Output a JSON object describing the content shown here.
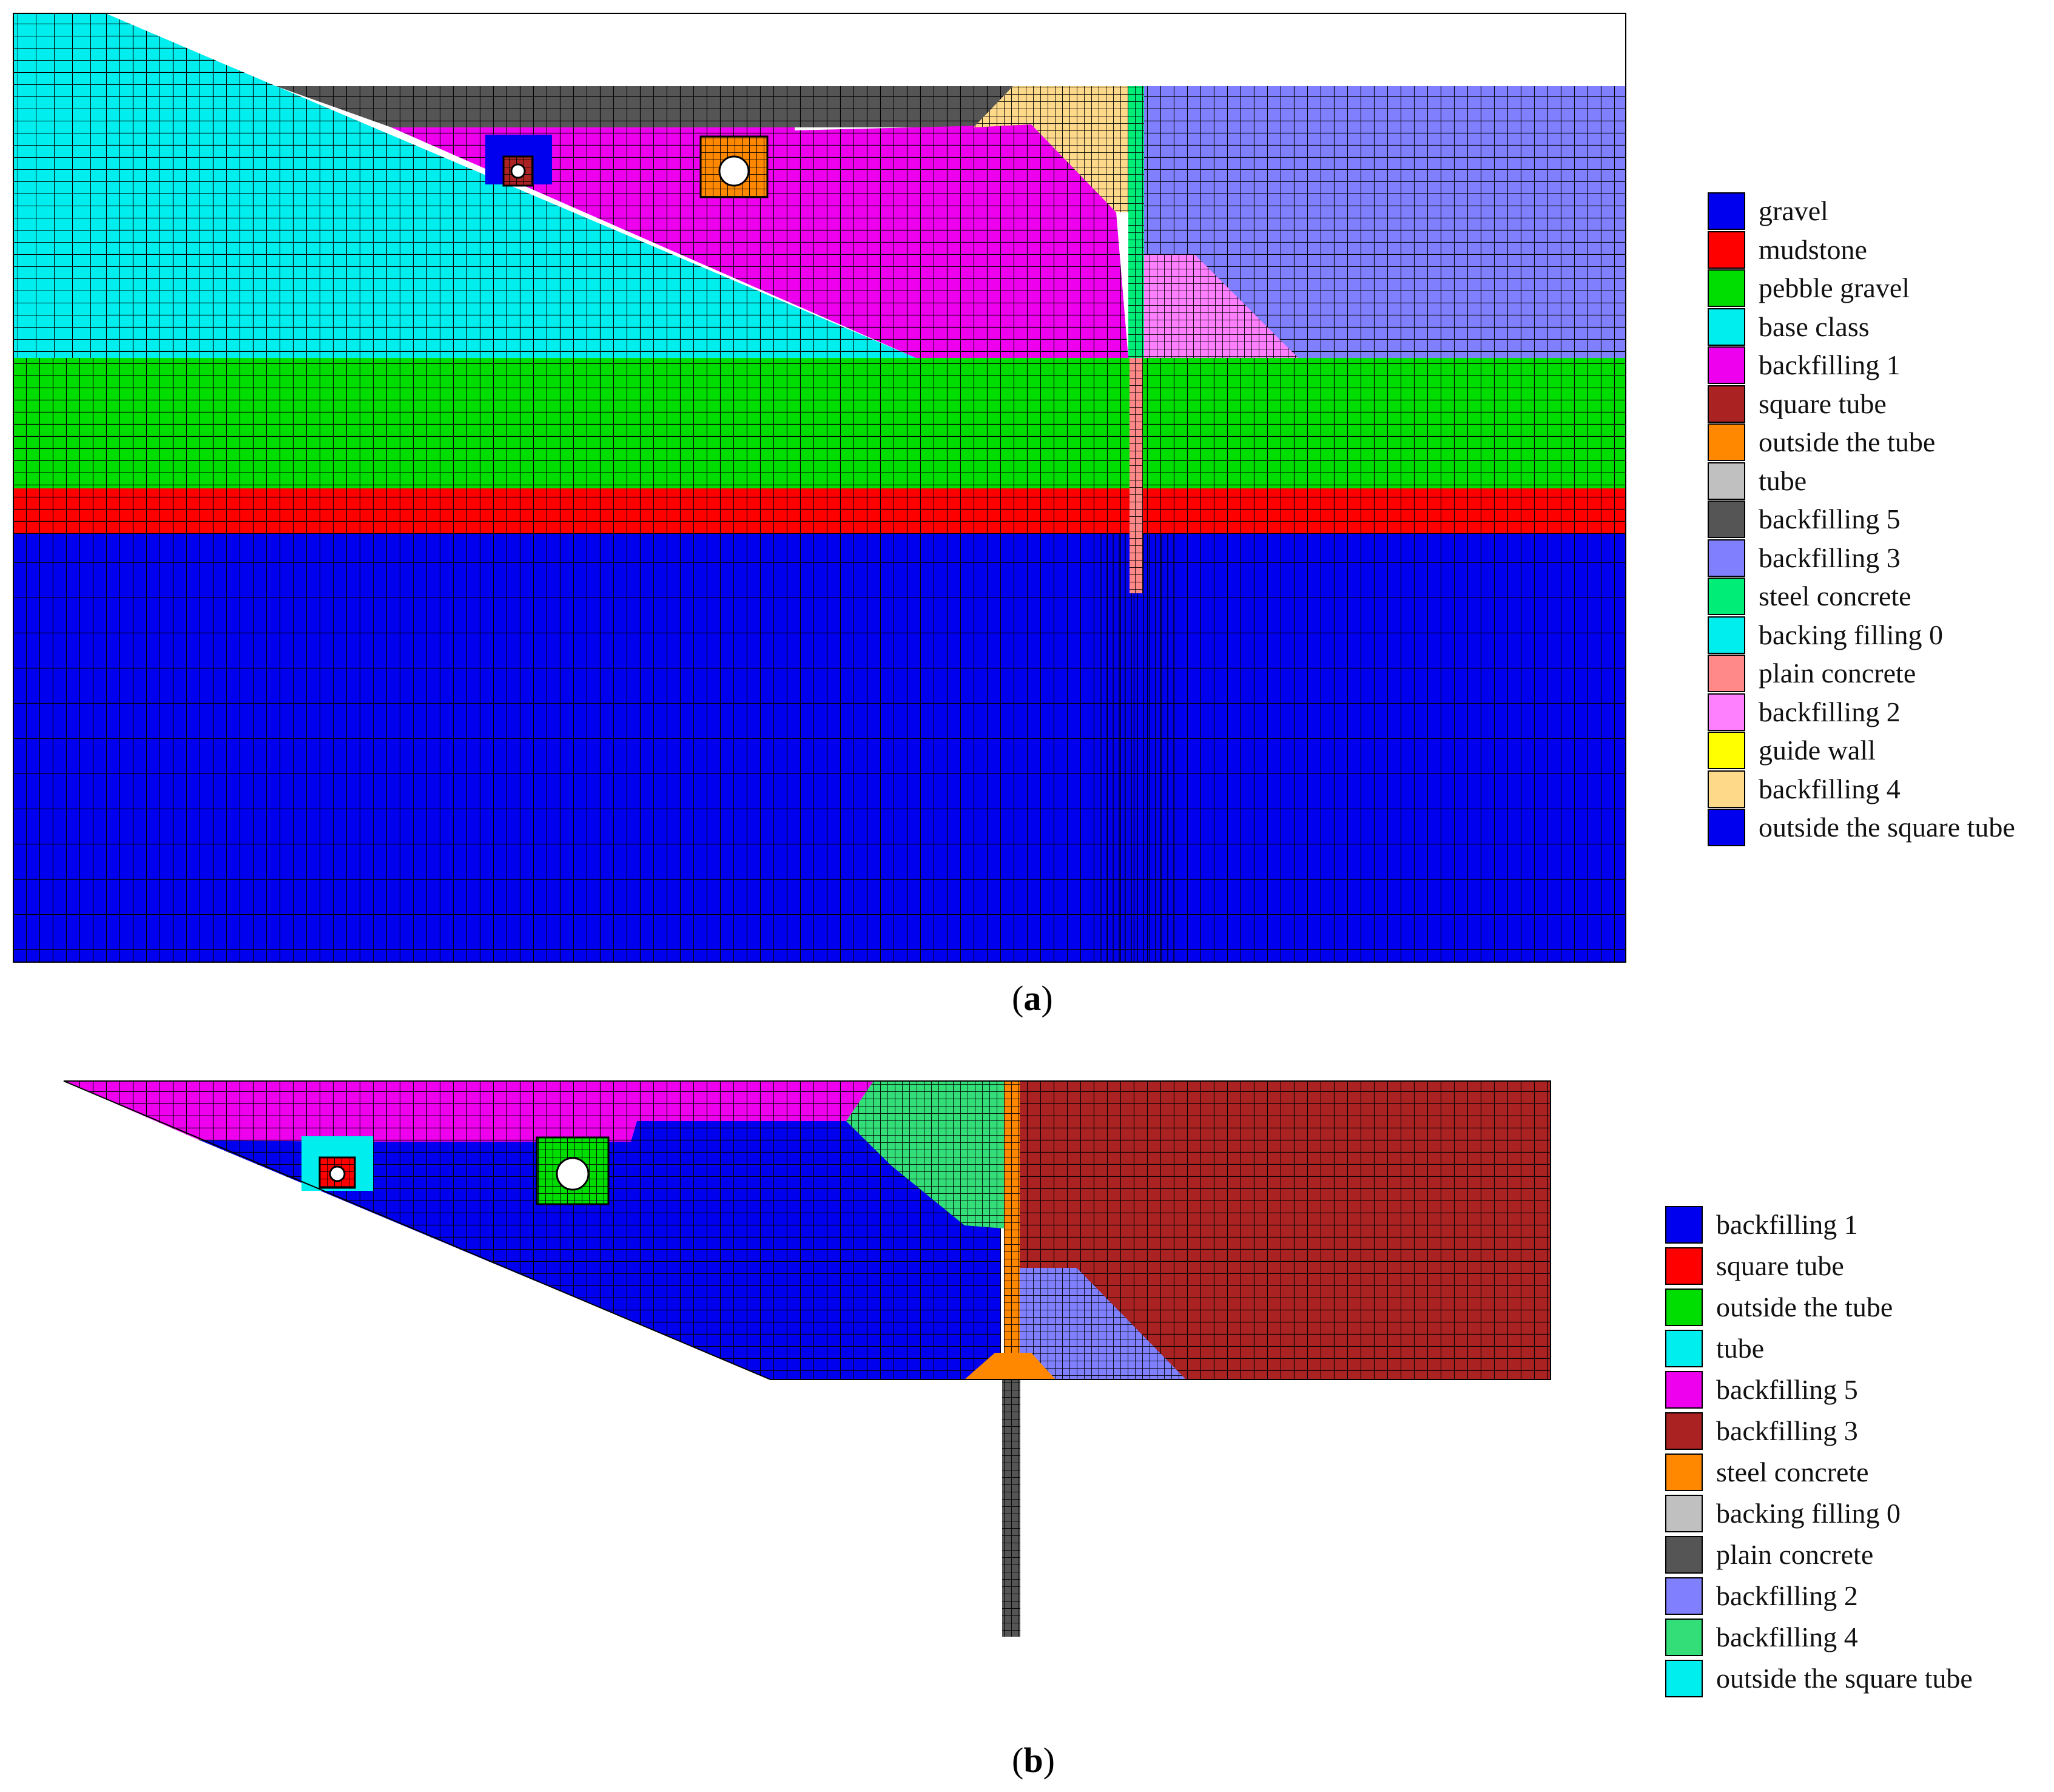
{
  "panels": [
    {
      "caption_letter": "a",
      "legend": [
        {
          "label": "gravel",
          "color": "#0000ee"
        },
        {
          "label": "mudstone",
          "color": "#ff0000"
        },
        {
          "label": "pebble gravel",
          "color": "#00dd00"
        },
        {
          "label": "base class",
          "color": "#00eeee"
        },
        {
          "label": "backfilling 1",
          "color": "#ee00ee"
        },
        {
          "label": "square tube",
          "color": "#aa2222"
        },
        {
          "label": "outside the tube",
          "color": "#ff8800"
        },
        {
          "label": "tube",
          "color": "#c0c0c0"
        },
        {
          "label": "backfilling 5",
          "color": "#555555"
        },
        {
          "label": "backfilling 3",
          "color": "#8080ff"
        },
        {
          "label": "steel concrete",
          "color": "#00ee77"
        },
        {
          "label": "backing filling 0",
          "color": "#00eeee"
        },
        {
          "label": "plain concrete",
          "color": "#ff8888"
        },
        {
          "label": "backfilling 2",
          "color": "#ff80ff"
        },
        {
          "label": "guide wall",
          "color": "#ffff00"
        },
        {
          "label": "backfilling 4",
          "color": "#ffd98a"
        },
        {
          "label": "outside the square tube",
          "color": "#0000ee"
        }
      ]
    },
    {
      "caption_letter": "b",
      "legend": [
        {
          "label": "backfilling 1",
          "color": "#0000ee"
        },
        {
          "label": "square tube",
          "color": "#ff0000"
        },
        {
          "label": "outside the tube",
          "color": "#00dd00"
        },
        {
          "label": "tube",
          "color": "#00eeee"
        },
        {
          "label": "backfilling 5",
          "color": "#ee00ee"
        },
        {
          "label": "backfilling 3",
          "color": "#aa2222"
        },
        {
          "label": "steel concrete",
          "color": "#ff8800"
        },
        {
          "label": "backing filling 0",
          "color": "#c0c0c0"
        },
        {
          "label": "plain concrete",
          "color": "#555555"
        },
        {
          "label": "backfilling 2",
          "color": "#8080ff"
        },
        {
          "label": "backfilling 4",
          "color": "#33dd77"
        },
        {
          "label": "outside the square tube",
          "color": "#00eeee"
        }
      ]
    }
  ]
}
